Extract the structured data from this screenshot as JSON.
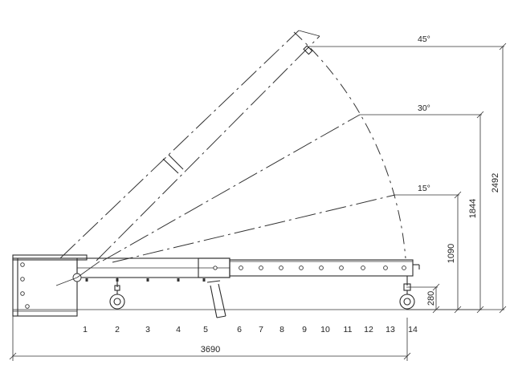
{
  "diagram": {
    "angles": [
      "45°",
      "30°",
      "15°"
    ],
    "heights": [
      "2492",
      "1844",
      "1090",
      "280"
    ],
    "total_length": "3690",
    "positions": [
      "1",
      "2",
      "3",
      "4",
      "5",
      "6",
      "7",
      "8",
      "9",
      "10",
      "11",
      "12",
      "13",
      "14"
    ]
  }
}
